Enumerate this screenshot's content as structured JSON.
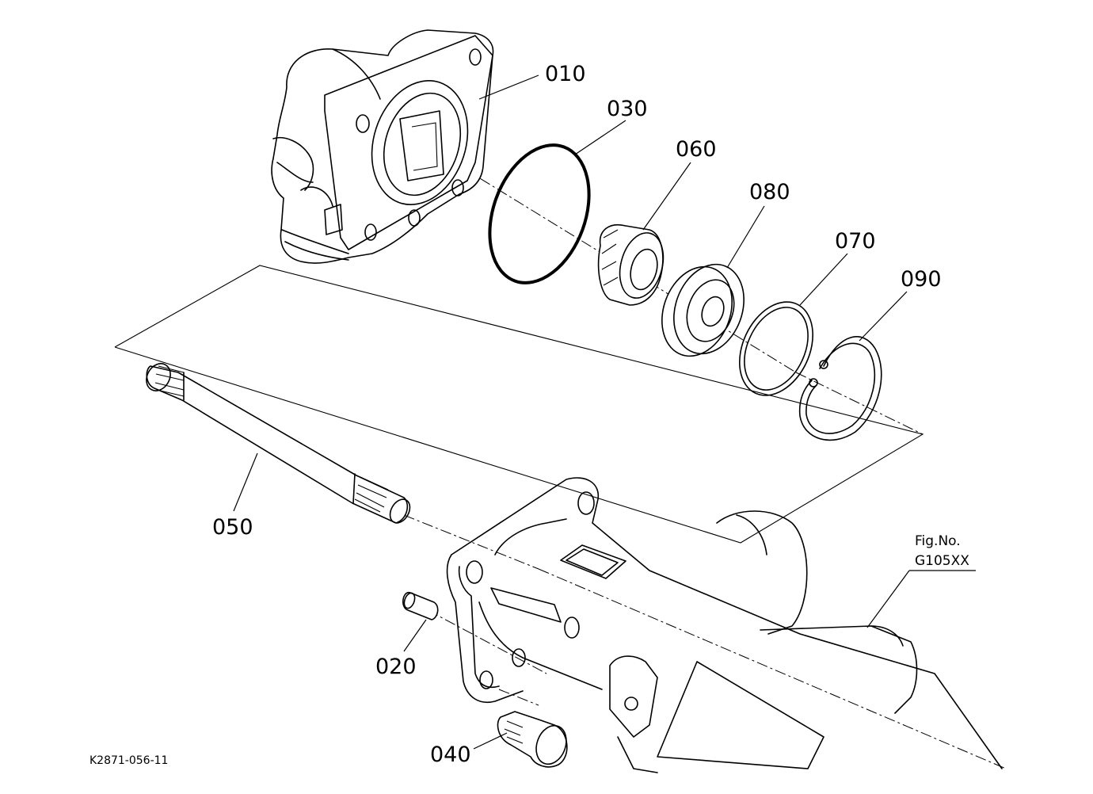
{
  "parts": [
    {
      "id": "010"
    },
    {
      "id": "030"
    },
    {
      "id": "060"
    },
    {
      "id": "080"
    },
    {
      "id": "070"
    },
    {
      "id": "090"
    },
    {
      "id": "050"
    },
    {
      "id": "020"
    },
    {
      "id": "040"
    }
  ],
  "figure_ref": {
    "prefix": "Fig.No.",
    "code": "G105XX"
  },
  "drawing_code": "K2871-056-11"
}
